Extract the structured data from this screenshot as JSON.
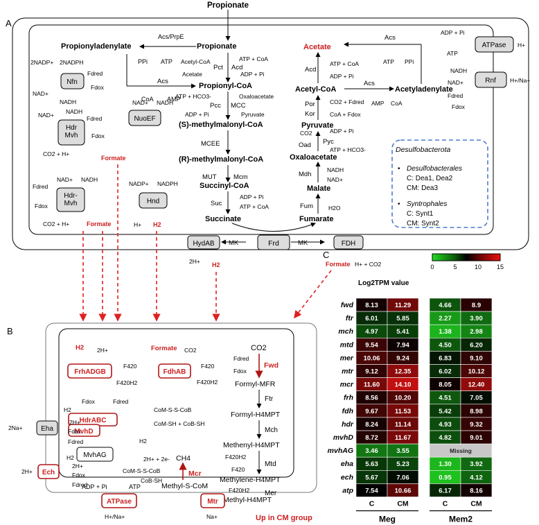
{
  "panelA": {
    "panel_label": "A",
    "propionate_top": "Propionate",
    "propionyladenylate": "Propionyladenylate",
    "acs_prpe": "Acs/PrpE",
    "propionate": "Propionate",
    "ppi": "PPi",
    "atp": "ATP",
    "acetyl_coa_small": "Acetyl-CoA",
    "atp_coa": "ATP + CoA",
    "pct": "Pct",
    "acd": "Acd",
    "acetate_small": "Acetate",
    "adp_pi": "ADP + Pi",
    "acs": "Acs",
    "coa": "CoA",
    "amp": "AMP",
    "propionyl_coa": "Propionyl-CoA",
    "atp_hco3": "ATP + HCO3-",
    "oxaloacetate_small": "Oxaloacetate",
    "pcc": "Pcc",
    "mcc": "MCC",
    "pyruvate_small": "Pyruvate",
    "s_mm_coa": "(S)-methylmalonyl-CoA",
    "mcee": "MCEE",
    "r_mm_coa": "(R)-methylmalonyl-CoA",
    "mut": "MUT",
    "mcm": "Mcm",
    "succinyl_coa": "Succinyl-CoA",
    "suc": "Suc",
    "succinate": "Succinate",
    "fumarate": "Fumarate",
    "fum": "Fum",
    "h2o": "H2O",
    "malate": "Malate",
    "mdh": "Mdh",
    "nadh": "NADH",
    "nad": "NAD+",
    "oxaloacetate": "Oxaloacetate",
    "oad": "Oad",
    "pyc": "Pyc",
    "co2": "CO2",
    "pyruvate": "Pyruvate",
    "por": "Por",
    "kor": "Kor",
    "co2_fdred": "CO2 + Fdred",
    "coa_fdox": "CoA + Fdox",
    "acetyl_coa": "Acetyl-CoA",
    "acetyladenylate": "Acetyladenylate",
    "acetate_red": "Acetate",
    "atpase": "ATPase",
    "h_plus": "H+",
    "rnf": "Rnf",
    "h_na": "H+/Na+",
    "nfn": "Nfn",
    "nadp": "2NADP+",
    "nadph": "2NADPH",
    "fdred": "Fdred",
    "fdox": "Fdox",
    "hdr_mvh": "Hdr\nMvh",
    "hdr_mvh2": "Hdr-\nMvh",
    "co2_h": "CO2 + H+",
    "formate": "Formate",
    "nuoef": "NuoEF",
    "hnd": "Hnd",
    "nadp1": "NADP+",
    "nadph1": "NADPH",
    "h2": "H2",
    "hplus": "H+",
    "hydab": "HydAB",
    "mk": "MK",
    "frd": "Frd",
    "fdh": "FDH",
    "two_h": "2H+",
    "formate_h_co2": "H+ + CO2",
    "legend_title": "Desulfobacterota",
    "legend_order1": "Desulfobacterales",
    "legend_c1": "C: Dea1, Dea2",
    "legend_cm1": "CM: Dea3",
    "legend_order2": "Syntrophales",
    "legend_c2": "C: Synt1",
    "legend_cm2": "CM: Synt2"
  },
  "panelB": {
    "panel_label": "B",
    "h2": "H2",
    "two_h": "2H+",
    "frhadgb": "FrhADGB",
    "f420": "F420",
    "f420h2": "F420H2",
    "formate": "Formate",
    "co2": "CO2",
    "fdhab": "FdhAB",
    "fwd": "Fwd",
    "formyl_mfr": "Formyl-MFR",
    "ftr": "Ftr",
    "formyl_h4mpt": "Formyl-H4MPT",
    "mch": "Mch",
    "methenyl_h4mpt": "Methenyl-H4MPT",
    "mtd": "Mtd",
    "methylene_h4mpt": "Methylene-H4MPT",
    "mer": "Mer",
    "methyl_h4mpt": "Methyl-H4MPT",
    "methyl_s_com": "Methyl-S-CoM",
    "mcr": "Mcr",
    "ch4": "CH4",
    "com_s_s_cob": "CoM-S-S-CoB",
    "cob_sh": "CoB-SH",
    "hdrabc": "HdrABC",
    "mvhd": "MvhD",
    "com_sh_cob_sh": "CoM-SH + CoB-SH",
    "mvhag": "MvhAG",
    "h2_out": "2H+ + 2e-",
    "eha": "Eha",
    "ech": "Ech",
    "two_na": "2Na+",
    "atpase": "ATPase",
    "mtr": "Mtr",
    "adp_pi": "ADP + Pi",
    "atp": "ATP",
    "h_na": "H+/Na+",
    "na": "Na+",
    "fdred": "Fdred",
    "fdox": "Fdox",
    "up_label": "Up in CM group"
  },
  "panelC": {
    "panel_label": "C",
    "colorbar_title": "Log2TPM value",
    "colorbar_ticks": [
      "0",
      "5",
      "10",
      "15"
    ],
    "missing_label": "Missing",
    "group_left": "Meg",
    "group_right": "Mem2",
    "col_labels": [
      "C",
      "CM",
      "C",
      "CM"
    ]
  },
  "chart_data": {
    "type": "heatmap",
    "title": "Log2TPM value",
    "genes": [
      "fwd",
      "ftr",
      "mch",
      "mtd",
      "mer",
      "mtr",
      "mcr",
      "frh",
      "fdh",
      "hdr",
      "mvhD",
      "mvhAG",
      "eha",
      "ech",
      "atp"
    ],
    "groups": [
      "Meg",
      "Mem2"
    ],
    "columns": [
      "C",
      "CM",
      "C",
      "CM"
    ],
    "values": [
      [
        "8.13",
        "11.29",
        "4.66",
        "8.9"
      ],
      [
        "6.01",
        "5.85",
        "2.27",
        "3.90"
      ],
      [
        "4.97",
        "5.41",
        "1.38",
        "2.98"
      ],
      [
        "9.54",
        "7.94",
        "4.50",
        "6.20"
      ],
      [
        "10.06",
        "9.24",
        "6.83",
        "9.10"
      ],
      [
        "9.12",
        "12.35",
        "6.02",
        "10.12"
      ],
      [
        "11.60",
        "14.10",
        "8.05",
        "12.40"
      ],
      [
        "8.56",
        "10.20",
        "4.51",
        "7.05"
      ],
      [
        "9.67",
        "11.53",
        "5.42",
        "8.98"
      ],
      [
        "8.24",
        "11.14",
        "4.93",
        "9.32"
      ],
      [
        "8.72",
        "11.67",
        "4.82",
        "9.01"
      ],
      [
        "3.46",
        "3.55",
        "Missing",
        "Missing"
      ],
      [
        "5.63",
        "5.23",
        "1.30",
        "3.92"
      ],
      [
        "5.67",
        "7.06",
        "0.95",
        "4.12"
      ],
      [
        "7.54",
        "10.66",
        "6.17",
        "8.16"
      ]
    ],
    "color_scale": {
      "min": 0,
      "max": 15,
      "low": "#22dd22",
      "mid": "#000000",
      "high": "#dd1111"
    }
  }
}
